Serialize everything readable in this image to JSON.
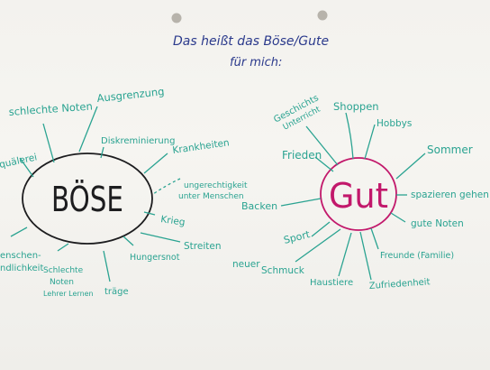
{
  "title": {
    "line1": "Das heißt das Böse/Gute",
    "line2": "für mich:"
  },
  "colors": {
    "marker_teal": "#2aa391",
    "marker_navy": "#2b3a8c",
    "marker_pink": "#c2186b",
    "marker_black": "#1d1d1f"
  },
  "boese": {
    "center": "BÖSE",
    "items": {
      "schlechte_noten": "schlechte Noten",
      "ausgrenzung": "Ausgrenzung",
      "diskriminierung": "Diskreminierung",
      "krankheiten": "Krankheiten",
      "ungerechtigkeit_1": "ungerechtigkeit",
      "ungerechtigkeit_2": "unter Menschen",
      "krieg": "Krieg",
      "streiten": "Streiten",
      "hungersnot": "Hungersnot",
      "traege": "träge",
      "schlechte_noten2_1": "Schlechte",
      "schlechte_noten2_2": "Noten",
      "schlechte_noten2_3": "Lehrer Lernen",
      "menschen_1": "enschen-",
      "menschen_2": "ndlichkeit",
      "quaelerei": "quälerei"
    }
  },
  "gut": {
    "center": "Gut",
    "items": {
      "geschichts_1": "Geschichts",
      "geschichts_2": "Unterricht",
      "shoppen": "Shoppen",
      "hobbys": "Hobbys",
      "sommer": "Sommer",
      "frieden": "Frieden",
      "spazieren": "spazieren gehen",
      "backen": "Backen",
      "gute_noten": "gute Noten",
      "sport": "Sport",
      "freunde": "Freunde (Familie)",
      "neuer_schmuck_1": "neuer",
      "neuer_schmuck_2": "Schmuck",
      "haustiere": "Haustiere",
      "zufriedenheit": "Zufriedenheit"
    }
  }
}
